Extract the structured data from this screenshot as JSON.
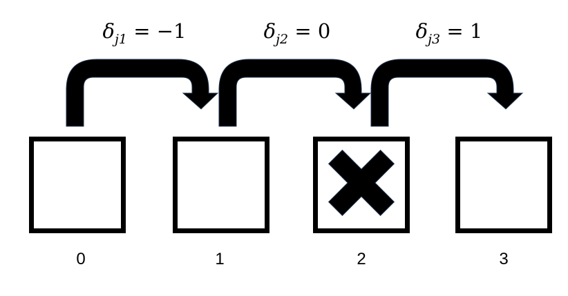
{
  "transitions": [
    {
      "symbol": "δ",
      "subscript": "j1",
      "relation": " = ",
      "value": "−1"
    },
    {
      "symbol": "δ",
      "subscript": "j2",
      "relation": " = ",
      "value": "0"
    },
    {
      "symbol": "δ",
      "subscript": "j3",
      "relation": " = ",
      "value": "1"
    }
  ],
  "cells": [
    {
      "label": "0",
      "blocked": false
    },
    {
      "label": "1",
      "blocked": false
    },
    {
      "label": "2",
      "blocked": true
    },
    {
      "label": "3",
      "blocked": false
    }
  ],
  "colors": {
    "stroke": "#000000",
    "arrow_edge": "#1f3350",
    "background": "#ffffff"
  }
}
